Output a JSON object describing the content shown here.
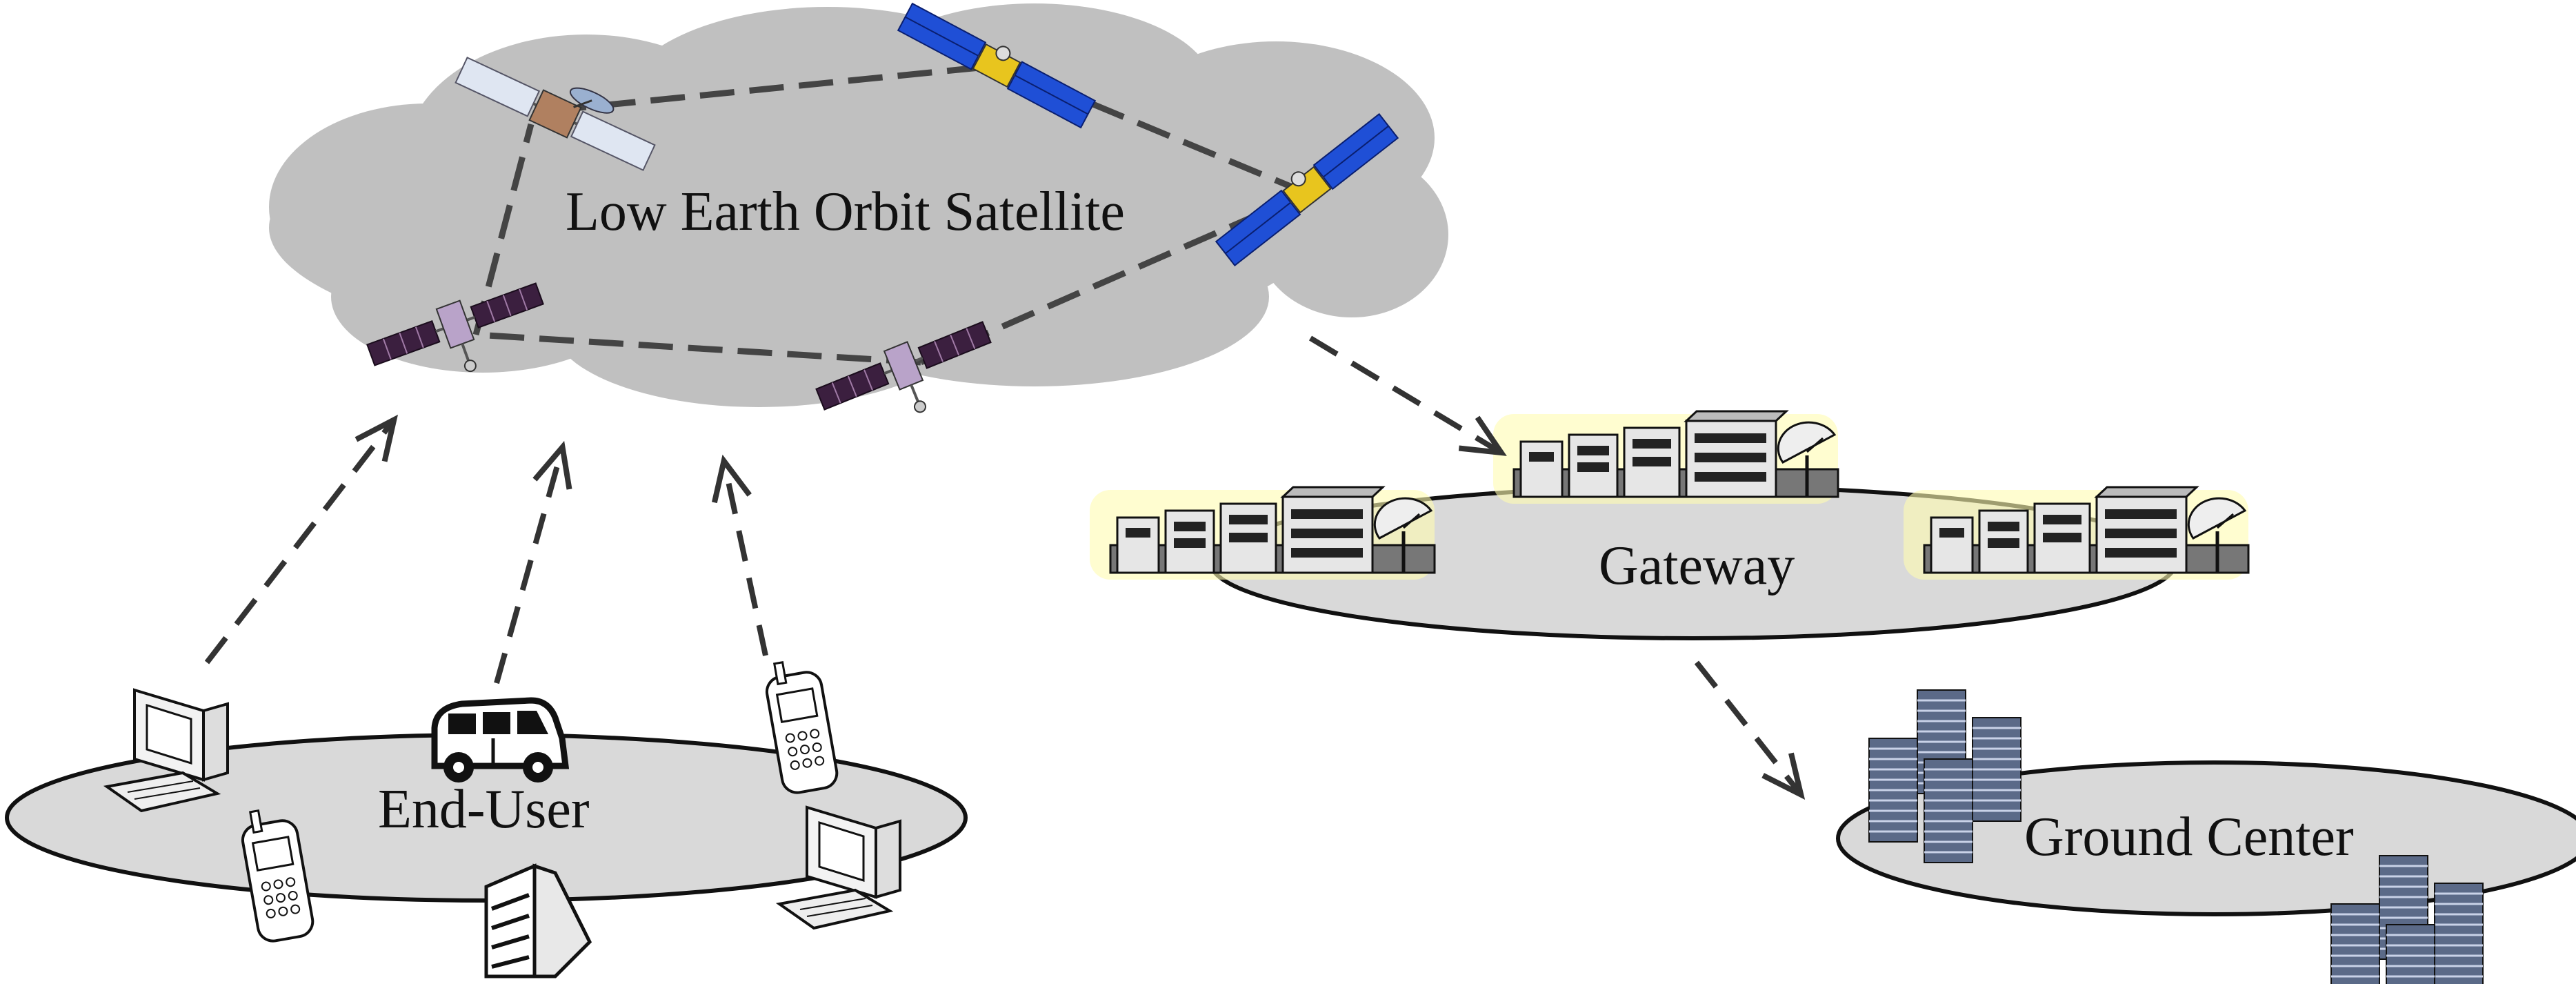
{
  "labels": {
    "satellite_cloud": "Low Earth Orbit Satellite",
    "gateway": "Gateway",
    "end_user": "End-User",
    "ground_center": "Ground Center"
  },
  "colors": {
    "cloud_fill": "#c0c0c0",
    "ellipse_fill": "#d9d9d9",
    "stroke": "#111111",
    "solar_panel_blue": "#1f4fd6",
    "solar_panel_purple": "#3b1f3f",
    "building_glow": "#fffbb0",
    "server_blue": "#7c8fb2"
  },
  "icons": {
    "satellites": [
      "satellite-icon",
      "satellite-icon",
      "satellite-icon",
      "satellite-icon",
      "satellite-icon"
    ],
    "end_user_devices": [
      "desktop-computer-icon",
      "van-icon",
      "mobile-phone-icon",
      "mobile-phone-icon",
      "server-tower-icon",
      "desktop-computer-icon"
    ],
    "gateway_stations": [
      "ground-station-icon",
      "ground-station-icon",
      "ground-station-icon"
    ],
    "ground_center_servers": [
      "server-rack-icon",
      "server-rack-icon"
    ]
  }
}
